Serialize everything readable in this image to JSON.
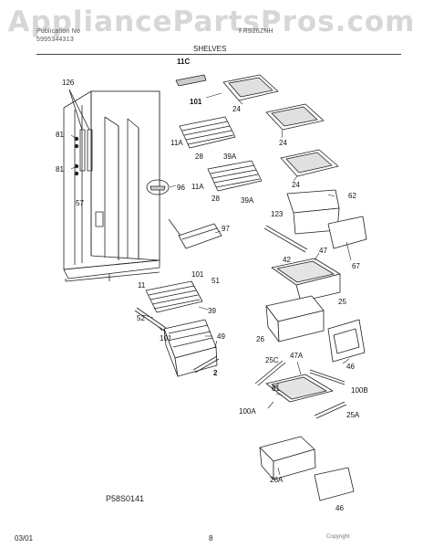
{
  "watermark": "AppliancePartsPros.com",
  "header": {
    "publication_label": "Publication No",
    "publication_number": "5995344313",
    "model_number": "FRS26ZNH",
    "section_title": "SHELVES"
  },
  "callouts": {
    "c11c": "11C",
    "c101a": "101",
    "c24a": "24",
    "c24b": "24",
    "c24c": "24",
    "c126": "126",
    "c81a": "81",
    "c81b": "81",
    "c11a_1": "11A",
    "c28a": "28",
    "c39a_1": "39A",
    "c11a_2": "11A",
    "c28b": "28",
    "c39a_2": "39A",
    "c96": "96",
    "c62": "62",
    "c57": "57",
    "c97": "97",
    "c123": "123",
    "c67": "67",
    "c47": "47",
    "c42": "42",
    "c25": "25",
    "c101b": "101",
    "c51": "51",
    "c11": "11",
    "c39": "39",
    "c52": "52",
    "c101c": "101",
    "c49": "49",
    "c26": "26",
    "c47a": "47A",
    "c46a": "46",
    "c2": "2",
    "c25c": "25C",
    "c81c": "81",
    "c100b": "100B",
    "c100a": "100A",
    "c25a": "25A",
    "c26a": "26A",
    "c46b": "46"
  },
  "footer": {
    "diagram_code": "P58S0141",
    "date": "03/01",
    "page": "8",
    "mark": "Copyright"
  }
}
